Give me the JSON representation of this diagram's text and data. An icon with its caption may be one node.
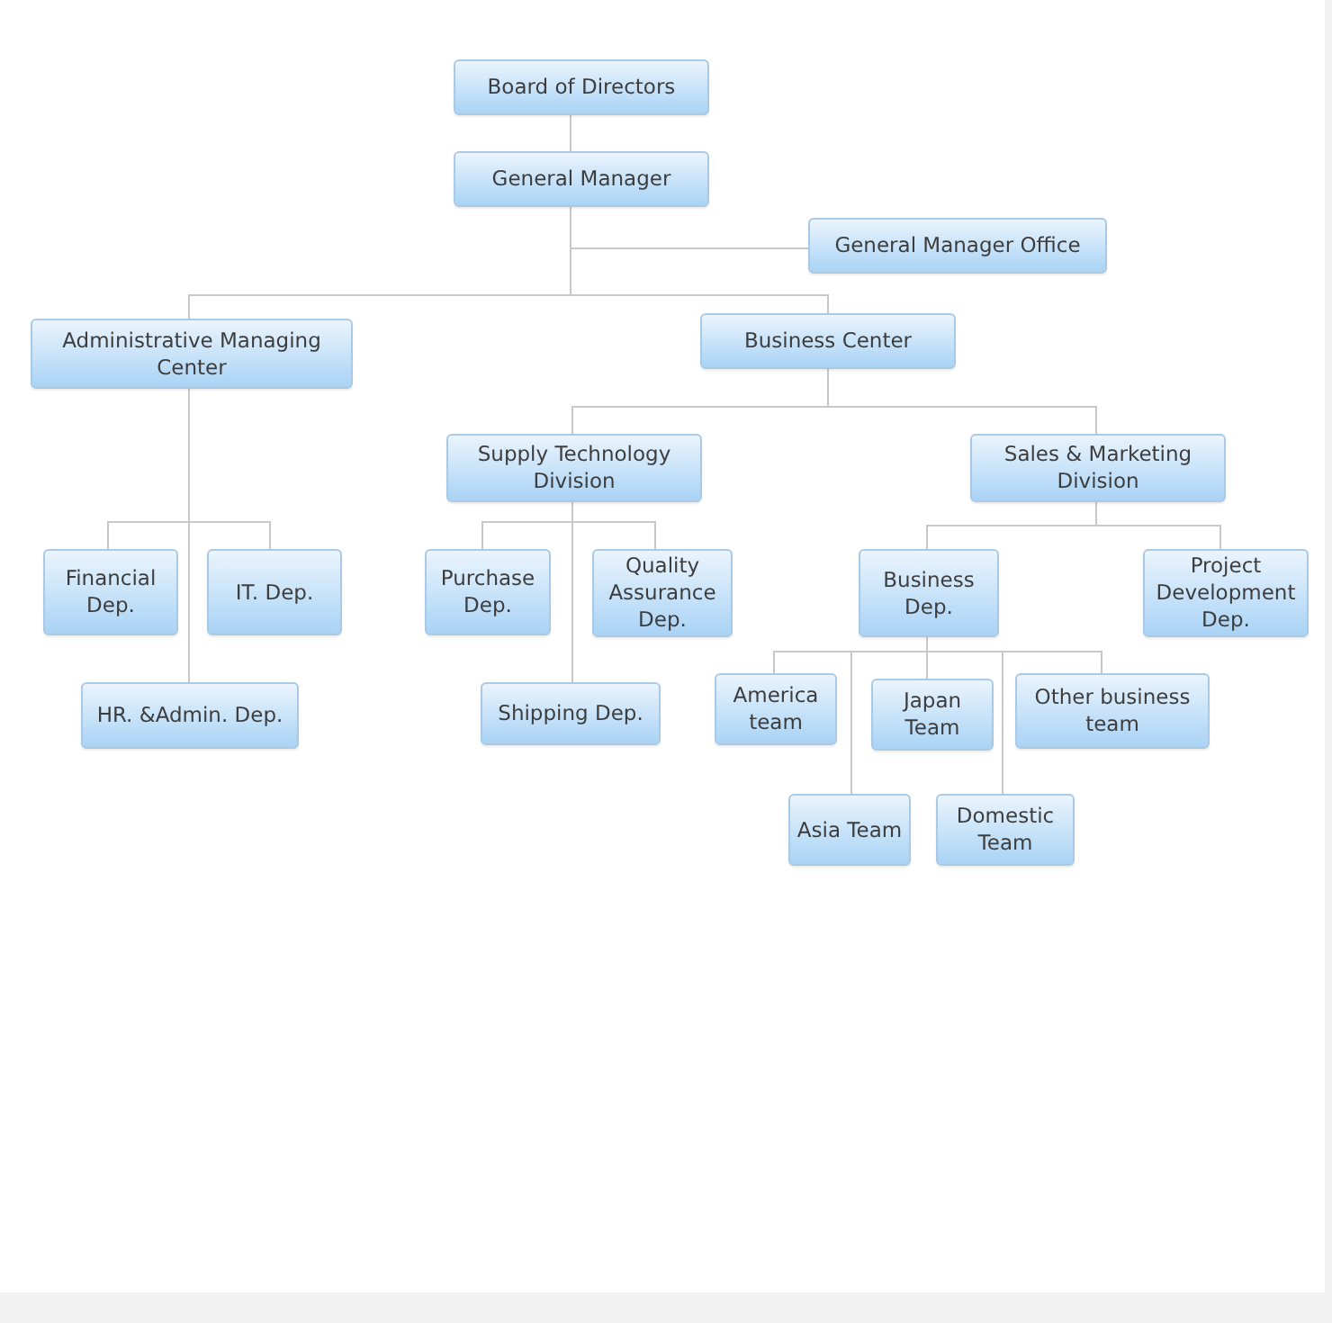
{
  "diagram": {
    "nodes": [
      {
        "text": [
          "Board of Directors"
        ]
      },
      {
        "text": [
          "General Manager"
        ]
      },
      {
        "text": [
          "General Manager Office"
        ]
      },
      {
        "text": [
          "Administrative Managing Center"
        ]
      },
      {
        "text": [
          "Business Center"
        ]
      },
      {
        "text": [
          "Supply Technology Division"
        ]
      },
      {
        "text": [
          "Sales & Marketing Division"
        ]
      },
      {
        "text": [
          "Financial Dep."
        ]
      },
      {
        "text": [
          "IT. Dep."
        ]
      },
      {
        "text": [
          "HR. &Admin. Dep."
        ]
      },
      {
        "text": [
          "Purchase Dep."
        ]
      },
      {
        "text": [
          "Quality Assurance Dep."
        ]
      },
      {
        "text": [
          "Shipping Dep."
        ]
      },
      {
        "text": [
          "Business Dep."
        ]
      },
      {
        "text": [
          "Project Development Dep."
        ]
      },
      {
        "text": [
          "America team"
        ]
      },
      {
        "text": [
          "Japan Team"
        ]
      },
      {
        "text": [
          "Other business team"
        ]
      },
      {
        "text": [
          "Asia Team"
        ]
      },
      {
        "text": [
          "Domestic Team"
        ]
      }
    ],
    "edges": [
      {
        "from": 0,
        "to": 1,
        "arrow": "none"
      },
      {
        "from": 1,
        "to": 2,
        "arrow": "none"
      },
      {
        "from": 1,
        "to": 3,
        "arrow": "none"
      },
      {
        "from": 1,
        "to": 4,
        "arrow": "none"
      },
      {
        "from": 4,
        "to": 5,
        "arrow": "none"
      },
      {
        "from": 4,
        "to": 6,
        "arrow": "none"
      },
      {
        "from": 3,
        "to": 7,
        "arrow": "none"
      },
      {
        "from": 3,
        "to": 8,
        "arrow": "none"
      },
      {
        "from": 3,
        "to": 9,
        "arrow": "none"
      },
      {
        "from": 5,
        "to": 10,
        "arrow": "none"
      },
      {
        "from": 5,
        "to": 11,
        "arrow": "none"
      },
      {
        "from": 5,
        "to": 12,
        "arrow": "none"
      },
      {
        "from": 6,
        "to": 13,
        "arrow": "none"
      },
      {
        "from": 6,
        "to": 14,
        "arrow": "none"
      },
      {
        "from": 13,
        "to": 15,
        "arrow": "none"
      },
      {
        "from": 13,
        "to": 16,
        "arrow": "none"
      },
      {
        "from": 13,
        "to": 17,
        "arrow": "none"
      },
      {
        "from": 13,
        "to": 18,
        "arrow": "none"
      },
      {
        "from": 13,
        "to": 19,
        "arrow": "none"
      }
    ]
  }
}
